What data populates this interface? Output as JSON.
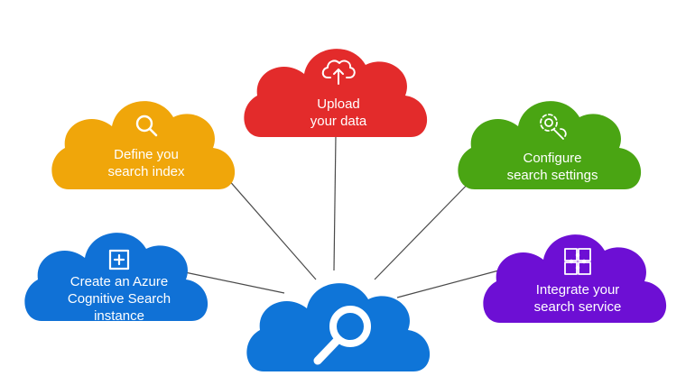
{
  "colors": {
    "center": "#0f75d8",
    "upload": "#e32b2b",
    "define_index": "#f0a60a",
    "configure": "#4aa513",
    "create": "#1071d6",
    "integrate": "#6d0fd4",
    "connector": "#4a4a4a"
  },
  "center_node": {
    "icon": "magnifier-icon"
  },
  "nodes": {
    "upload": {
      "icon": "cloud-upload-icon",
      "line1": "Upload",
      "line2": "your data"
    },
    "define_index": {
      "icon": "search-icon",
      "line1": "Define you",
      "line2": "search index"
    },
    "configure": {
      "icon": "gear-wrench-icon",
      "line1": "Configure",
      "line2": "search settings"
    },
    "create": {
      "icon": "add-box-icon",
      "line1": "Create an Azure",
      "line2": "Cognitive Search",
      "line3": "instance"
    },
    "integrate": {
      "icon": "puzzle-icon",
      "line1": "Integrate your",
      "line2": "search service"
    }
  }
}
